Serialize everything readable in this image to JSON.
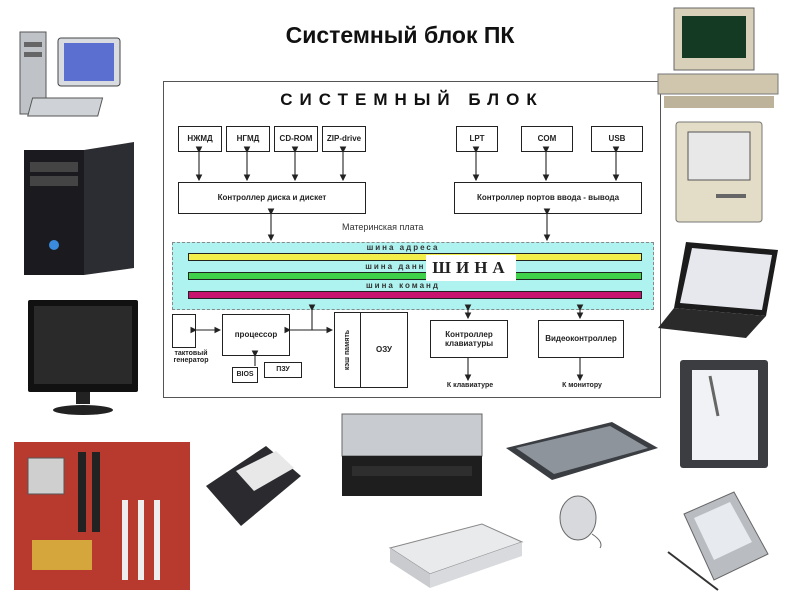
{
  "title": "Системный блок ПК",
  "diagram": {
    "heading": "СИСТЕМНЫЙ БЛОК",
    "drives": [
      "НЖМД",
      "НГМД",
      "CD-ROM",
      "ZIP-drive"
    ],
    "ports": [
      "LPT",
      "COM",
      "USB"
    ],
    "disk_controller": "Контроллер диска и дискет",
    "port_controller": "Контроллер портов ввода - вывода",
    "motherboard": "Материнская плата",
    "bus_address": "шина адреса",
    "bus_data": "шина данных",
    "bus_command": "шина команд",
    "bus": "ШИНА",
    "clock_gen": "тактовый генератор",
    "cpu": "процессор",
    "bios": "BIOS",
    "rom": "ПЗУ",
    "cache": "кэш память",
    "ram": "ОЗУ",
    "kbd_controller": "Контроллер клавиатуры",
    "video_controller": "Видеоконтроллер",
    "to_keyboard": "К клавиатуре",
    "to_monitor": "К монитору"
  },
  "colors": {
    "bus_band": "#aef3ef",
    "bus_address": "#f2ee4a",
    "bus_data": "#3fd14a",
    "bus_command": "#c8146e"
  },
  "devices": [
    "desktop-pc",
    "tower-case",
    "lcd-monitor",
    "motherboard",
    "hard-drive",
    "dvd-drive",
    "floppy-drive",
    "keyboard",
    "mouse",
    "retro-pc",
    "macintosh",
    "laptop",
    "tablet-pc",
    "pda"
  ]
}
